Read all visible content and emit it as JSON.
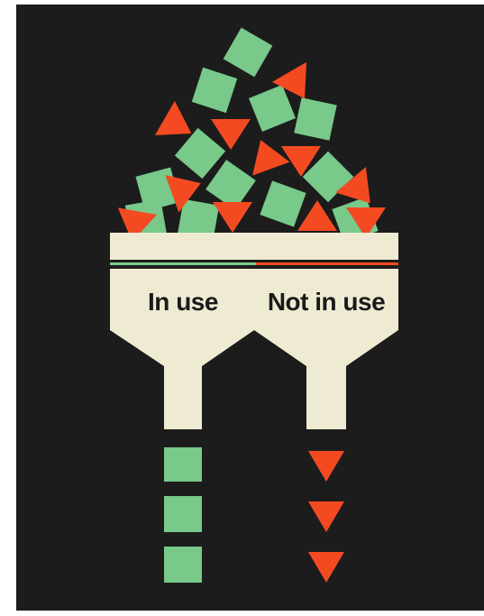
{
  "labels": {
    "in_use": "In use",
    "not_in_use": "Not in use"
  },
  "colors": {
    "background": "#1c1c1c",
    "funnel": "#efebd3",
    "square": "#78c98a",
    "triangle": "#f44a22",
    "label_text": "#1a1a1a"
  },
  "icons": {
    "square": "square-icon",
    "triangle": "triangle-icon"
  },
  "counts": {
    "in_use_outputs": 3,
    "not_in_use_outputs": 3
  }
}
